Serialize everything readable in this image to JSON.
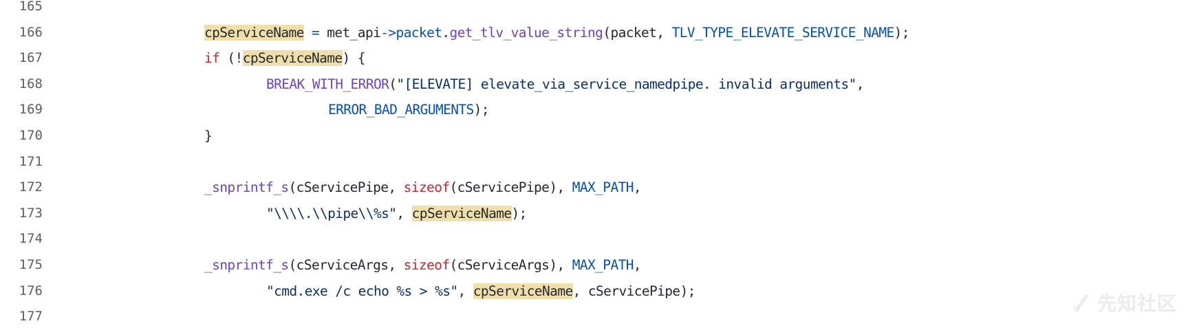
{
  "colors": {
    "line_number": "#57606a",
    "plain": "#24292f",
    "keyword": "#cf222e",
    "function": "#6f42c1",
    "constant": "#0550ae",
    "string": "#0a3069",
    "highlight": "#f0dfab"
  },
  "lines": [
    {
      "num": "165",
      "indent": 0,
      "tokens": []
    },
    {
      "num": "166",
      "indent": 0,
      "tokens": [
        {
          "t": "hl",
          "v": "cpServiceName"
        },
        {
          "t": "plain",
          "v": " "
        },
        {
          "t": "op",
          "v": "="
        },
        {
          "t": "plain",
          "v": " met_api"
        },
        {
          "t": "op",
          "v": "->"
        },
        {
          "t": "const",
          "v": "packet"
        },
        {
          "t": "plain",
          "v": "."
        },
        {
          "t": "func",
          "v": "get_tlv_value_string"
        },
        {
          "t": "plain",
          "v": "(packet, "
        },
        {
          "t": "const",
          "v": "TLV_TYPE_ELEVATE_SERVICE_NAME"
        },
        {
          "t": "plain",
          "v": ");"
        }
      ]
    },
    {
      "num": "167",
      "indent": 0,
      "tokens": [
        {
          "t": "keyword",
          "v": "if"
        },
        {
          "t": "plain",
          "v": " (!"
        },
        {
          "t": "hl",
          "v": "cpServiceName"
        },
        {
          "t": "plain",
          "v": ") {"
        }
      ]
    },
    {
      "num": "168",
      "indent": 1,
      "tokens": [
        {
          "t": "func",
          "v": "BREAK_WITH_ERROR"
        },
        {
          "t": "plain",
          "v": "("
        },
        {
          "t": "string",
          "v": "\"[ELEVATE] elevate_via_service_namedpipe. invalid arguments\""
        },
        {
          "t": "plain",
          "v": ","
        }
      ]
    },
    {
      "num": "169",
      "indent": 2,
      "tokens": [
        {
          "t": "const",
          "v": "ERROR_BAD_ARGUMENTS"
        },
        {
          "t": "plain",
          "v": ");"
        }
      ]
    },
    {
      "num": "170",
      "indent": 0,
      "tokens": [
        {
          "t": "plain",
          "v": "}"
        }
      ]
    },
    {
      "num": "171",
      "indent": 0,
      "tokens": []
    },
    {
      "num": "172",
      "indent": 0,
      "tokens": [
        {
          "t": "func",
          "v": "_snprintf_s"
        },
        {
          "t": "plain",
          "v": "(cServicePipe, "
        },
        {
          "t": "keyword",
          "v": "sizeof"
        },
        {
          "t": "plain",
          "v": "(cServicePipe), "
        },
        {
          "t": "const",
          "v": "MAX_PATH"
        },
        {
          "t": "plain",
          "v": ","
        }
      ]
    },
    {
      "num": "173",
      "indent": 1,
      "tokens": [
        {
          "t": "string",
          "v": "\"\\\\\\\\.\\\\pipe\\\\%s\""
        },
        {
          "t": "plain",
          "v": ", "
        },
        {
          "t": "hl",
          "v": "cpServiceName"
        },
        {
          "t": "plain",
          "v": ");"
        }
      ]
    },
    {
      "num": "174",
      "indent": 0,
      "tokens": []
    },
    {
      "num": "175",
      "indent": 0,
      "tokens": [
        {
          "t": "func",
          "v": "_snprintf_s"
        },
        {
          "t": "plain",
          "v": "(cServiceArgs, "
        },
        {
          "t": "keyword",
          "v": "sizeof"
        },
        {
          "t": "plain",
          "v": "(cServiceArgs), "
        },
        {
          "t": "const",
          "v": "MAX_PATH"
        },
        {
          "t": "plain",
          "v": ","
        }
      ]
    },
    {
      "num": "176",
      "indent": 1,
      "tokens": [
        {
          "t": "string",
          "v": "\"cmd.exe /c echo %s > %s\""
        },
        {
          "t": "plain",
          "v": ", "
        },
        {
          "t": "hl",
          "v": "cpServiceName"
        },
        {
          "t": "plain",
          "v": ", cServicePipe);"
        }
      ]
    },
    {
      "num": "177",
      "indent": 0,
      "tokens": []
    }
  ],
  "watermark": {
    "icon": "logo-slash-icon",
    "text": "先知社区"
  }
}
